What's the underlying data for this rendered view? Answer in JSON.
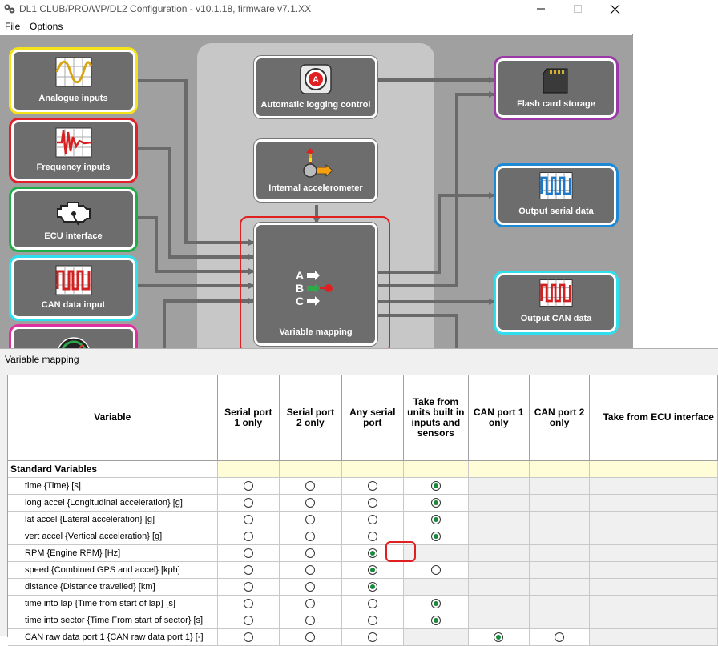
{
  "window": {
    "title": "DL1 CLUB/PRO/WP/DL2 Configuration - v10.1.18, firmware v7.1.XX"
  },
  "menu": {
    "file": "File",
    "options": "Options"
  },
  "blocks": {
    "analogue": "Analogue inputs",
    "frequency": "Frequency inputs",
    "ecu": "ECU interface",
    "can_input": "CAN data input",
    "auto_logging": "Automatic logging control",
    "accelerometer": "Internal accelerometer",
    "mapping": "Variable mapping",
    "flash": "Flash card storage",
    "serial_out": "Output serial data",
    "can_out": "Output CAN data"
  },
  "block_colors": {
    "analogue": "#f4e21a",
    "frequency": "#e0202a",
    "ecu": "#1fae4a",
    "can_input": "#2ee0ee",
    "fifth": "#e030a0",
    "flash": "#9b3aa6",
    "serial_out": "#1e8ad6",
    "can_out": "#2ee0ee"
  },
  "dialog": {
    "title": "Variable mapping",
    "columns": [
      "Variable",
      "Serial port 1 only",
      "Serial port 2 only",
      "Any serial port",
      "Take from units built in inputs and sensors",
      "CAN port 1 only",
      "CAN port 2 only",
      "Take from ECU interface"
    ],
    "section": "Standard Variables",
    "rows": [
      {
        "name": "time {Time}  [s]",
        "cells": [
          "off",
          "off",
          "off",
          "on",
          "na",
          "na",
          "na"
        ]
      },
      {
        "name": "long accel {Longitudinal acceleration}  [g]",
        "cells": [
          "off",
          "off",
          "off",
          "on",
          "na",
          "na",
          "na"
        ]
      },
      {
        "name": "lat accel {Lateral acceleration}  [g]",
        "cells": [
          "off",
          "off",
          "off",
          "on",
          "na",
          "na",
          "na"
        ]
      },
      {
        "name": "vert accel {Vertical acceleration}  [g]",
        "cells": [
          "off",
          "off",
          "off",
          "on",
          "na",
          "na",
          "na"
        ]
      },
      {
        "name": "RPM {Engine RPM}  [Hz]",
        "cells": [
          "off",
          "off",
          "on",
          "na",
          "na",
          "na",
          "na"
        ]
      },
      {
        "name": "speed {Combined GPS and accel}  [kph]",
        "cells": [
          "off",
          "off",
          "on",
          "off",
          "na",
          "na",
          "na"
        ]
      },
      {
        "name": "distance {Distance travelled}  [km]",
        "cells": [
          "off",
          "off",
          "on",
          "na",
          "na",
          "na",
          "na"
        ]
      },
      {
        "name": "time into lap {Time from start of lap}  [s]",
        "cells": [
          "off",
          "off",
          "off",
          "on",
          "na",
          "na",
          "na"
        ]
      },
      {
        "name": "time into sector {Time From start of sector}  [s]",
        "cells": [
          "off",
          "off",
          "off",
          "on",
          "na",
          "na",
          "na"
        ]
      },
      {
        "name": "CAN raw data port 1 {CAN raw data port 1}  [-]",
        "cells": [
          "off",
          "off",
          "off",
          "na",
          "on",
          "off",
          "na"
        ]
      }
    ]
  }
}
